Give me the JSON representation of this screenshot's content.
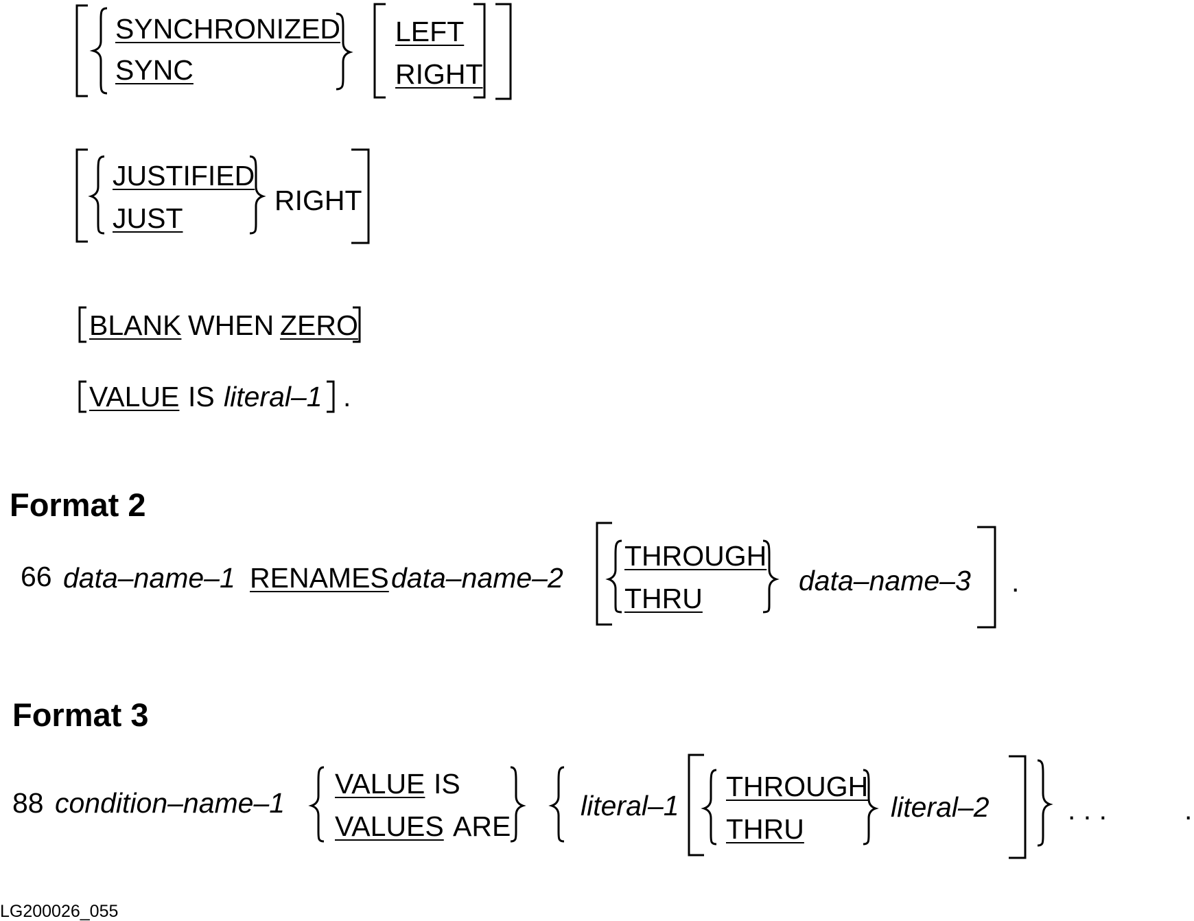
{
  "format1_tail": {
    "sync_long": "SYNCHRONIZED",
    "sync_short": "SYNC",
    "left": "LEFT",
    "right": "RIGHT",
    "justified_long": "JUSTIFIED",
    "justified_short": "JUST",
    "justified_right": "RIGHT",
    "blank": "BLANK",
    "when": "WHEN",
    "zero": "ZERO",
    "value": "VALUE",
    "is": "IS",
    "literal": "literal–1",
    "period": "."
  },
  "format2": {
    "heading": "Format 2",
    "level": "66",
    "data_name_1": "data–name–1",
    "renames": "RENAMES",
    "data_name_2": "data–name–2",
    "through": "THROUGH",
    "thru": "THRU",
    "data_name_3": "data–name–3",
    "period": "."
  },
  "format3": {
    "heading": "Format 3",
    "level": "88",
    "condition_name": "condition–name–1",
    "value": "VALUE",
    "is": "IS",
    "values": "VALUES",
    "are": "ARE",
    "literal_1": "literal–1",
    "through": "THROUGH",
    "thru": "THRU",
    "literal_2": "literal–2",
    "ellipsis": ". . .",
    "period": "."
  },
  "caption": "LG200026_055"
}
